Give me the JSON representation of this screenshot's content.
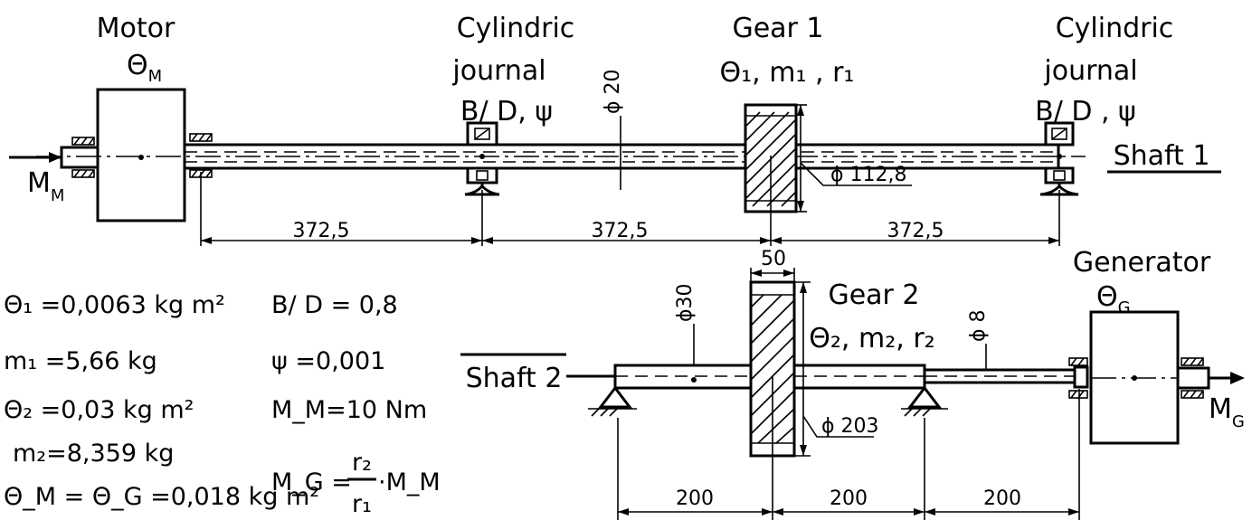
{
  "shaft1": {
    "label": "Shaft 1",
    "motor": {
      "title": "Motor",
      "symbol": "Θ",
      "sub": "M"
    },
    "journal_left": {
      "line1": "Cylindric",
      "line2": "journal",
      "line3": "B/ D, ψ"
    },
    "gear1": {
      "title": "Gear 1",
      "line2": "Θ₁, m₁ , r₁"
    },
    "journal_right": {
      "line1": "Cylindric",
      "line2": "journal",
      "line3": "B/ D , ψ"
    },
    "torque": {
      "symbol": "M",
      "sub": "M"
    },
    "dia_shaft": "ϕ 20",
    "dia_gear": "ϕ 112,8",
    "spans": [
      "372,5",
      "372,5",
      "372,5"
    ]
  },
  "shaft2": {
    "label": "Shaft 2",
    "gear2": {
      "title": "Gear 2",
      "line2": "Θ₂, m₂, r₂"
    },
    "generator": {
      "title": "Generator",
      "symbol": "Θ",
      "sub": "G"
    },
    "torque": {
      "symbol": "M",
      "sub": "G"
    },
    "dia_shaft": "ϕ30",
    "dia_stub": "ϕ 8",
    "dia_gear": "ϕ 203",
    "gear_width": "50",
    "spans": [
      "200",
      "200",
      "200"
    ]
  },
  "params_left": [
    "Θ₁ =0,0063 kg m²",
    "m₁ =5,66 kg",
    "Θ₂ =0,03 kg m²",
    "m₂=8,359 kg",
    "Θ_M = Θ_G =0,018 kg m²"
  ],
  "params_right": [
    "B/ D = 0,8",
    "ψ =0,001",
    "M_M=10 Nm"
  ],
  "formula": {
    "lhs": "M_G =",
    "num": "r₂",
    "den": "r₁",
    "rhs": "·M_M"
  }
}
